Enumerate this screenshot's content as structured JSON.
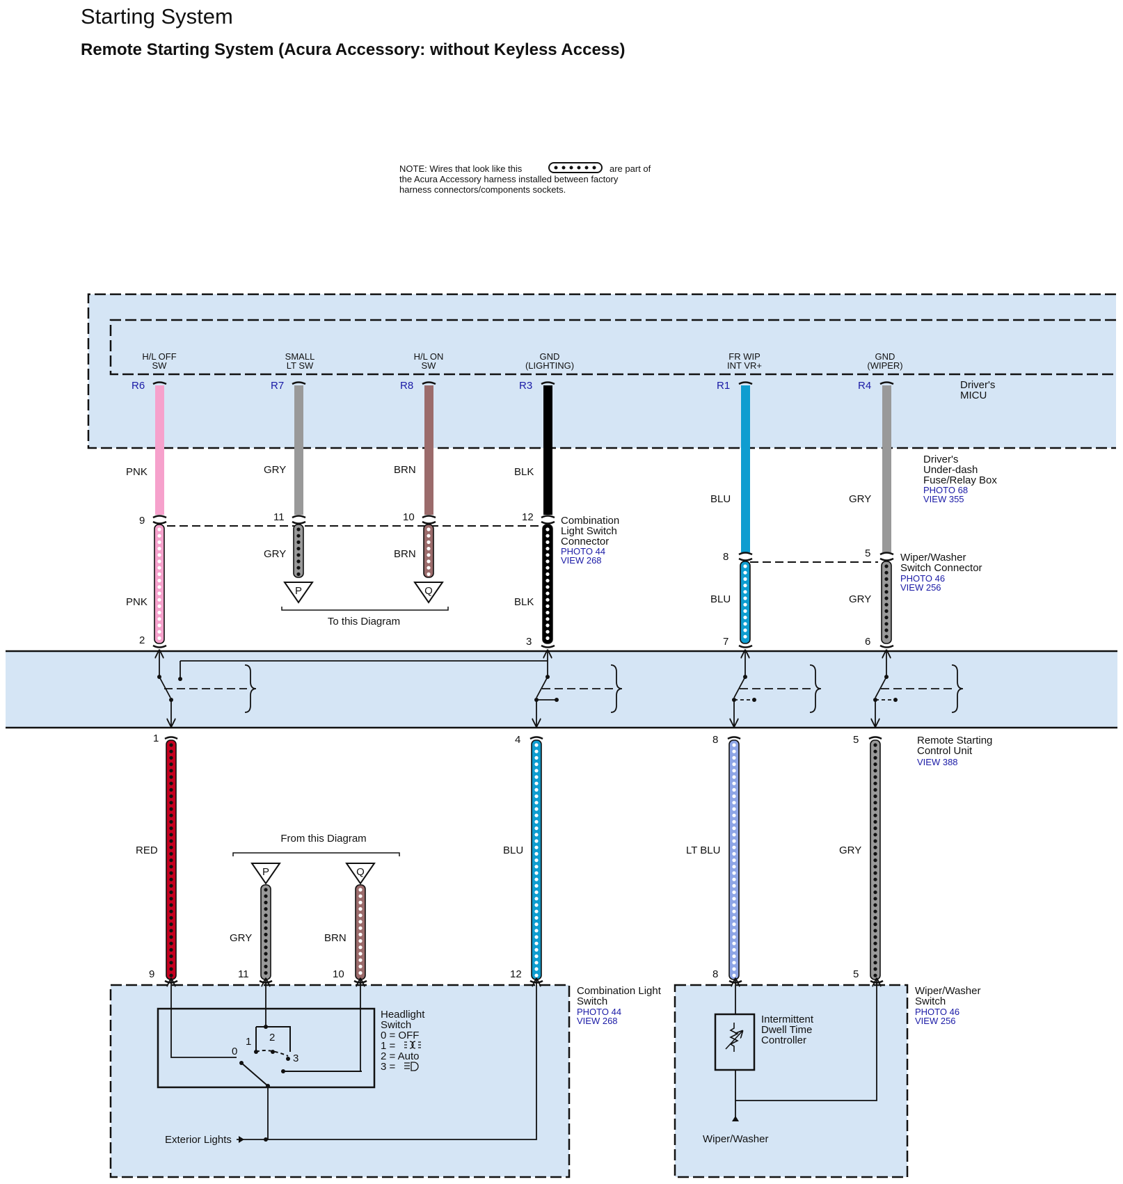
{
  "title": "Starting System",
  "subtitle": "Remote Starting System (Acura Accessory: without Keyless Access)",
  "note": {
    "line1a": "NOTE: Wires that look like this",
    "line1b": "are part of",
    "line2": "the Acura Accessory harness installed between factory",
    "line3": "harness connectors/components sockets."
  },
  "micu": {
    "name1": "Driver's",
    "name2": "MICU",
    "terminals": [
      {
        "id": "R6",
        "label1": "H/L OFF",
        "label2": "SW"
      },
      {
        "id": "R7",
        "label1": "SMALL",
        "label2": "LT SW"
      },
      {
        "id": "R8",
        "label1": "H/L ON",
        "label2": "SW"
      },
      {
        "id": "R3",
        "label1": "GND",
        "label2": "(LIGHTING)"
      },
      {
        "id": "R1",
        "label1": "FR WIP",
        "label2": "INT VR+"
      },
      {
        "id": "R4",
        "label1": "GND",
        "label2": "(WIPER)"
      }
    ]
  },
  "fusebox": {
    "line1": "Driver's",
    "line2": "Under-dash",
    "line3": "Fuse/Relay Box",
    "photo": "PHOTO 68",
    "view": "VIEW 355"
  },
  "combo_connector": {
    "line1": "Combination",
    "line2": "Light Switch",
    "line3": "Connector",
    "photo": "PHOTO 44",
    "view": "VIEW 268"
  },
  "wiper_connector": {
    "line1": "Wiper/Washer",
    "line2": "Switch Connector",
    "photo": "PHOTO 46",
    "view": "VIEW 256"
  },
  "rscu": {
    "line1": "Remote Starting",
    "line2": "Control Unit",
    "view": "VIEW 388"
  },
  "combo_switch": {
    "line1": "Combination Light",
    "line2": "Switch",
    "photo": "PHOTO 44",
    "view": "VIEW 268"
  },
  "wiper_switch": {
    "line1": "Wiper/Washer",
    "line2": "Switch",
    "photo": "PHOTO 46",
    "view": "VIEW 256"
  },
  "headlight_switch": {
    "title1": "Headlight",
    "title2": "Switch",
    "legend0": "0 = OFF",
    "legend1": "1 =",
    "legend2": "2 = Auto",
    "legend3": "3 =",
    "pos0": "0",
    "pos1": "1",
    "pos2": "2",
    "pos3": "3"
  },
  "dwell": {
    "line1": "Intermittent",
    "line2": "Dwell Time",
    "line3": "Controller"
  },
  "wire_colors": {
    "upper": [
      "PNK",
      "GRY",
      "BRN",
      "BLK",
      "BLU",
      "GRY"
    ],
    "middle": [
      "PNK",
      "GRY",
      "BRN",
      "BLK",
      "BLU",
      "GRY"
    ],
    "lower": [
      "RED",
      "BLU",
      "LT BLU",
      "GRY"
    ],
    "pq": [
      "GRY",
      "BRN"
    ]
  },
  "pins": {
    "combo_top": [
      "9",
      "11",
      "10",
      "12"
    ],
    "wiper_top": [
      "8",
      "5"
    ],
    "rscu_top": [
      "2",
      "3",
      "7",
      "6"
    ],
    "rscu_bottom": [
      "1",
      "4",
      "8",
      "5"
    ],
    "combo_bottom": [
      "9",
      "11",
      "10",
      "12"
    ],
    "wiper_bottom": [
      "8",
      "5"
    ]
  },
  "offpage": {
    "p": "P",
    "q": "Q",
    "to": "To this Diagram",
    "from": "From this Diagram"
  },
  "exterior": "Exterior Lights",
  "wiper_washer": "Wiper/Washer",
  "colors": {
    "pink": "#f6a1cc",
    "gray": "#999999",
    "brown": "#9b6b6b",
    "black": "#000000",
    "blue": "#0f9dd0",
    "red": "#c4001f",
    "ltblue": "#8ea5e6",
    "panel": "#d5e5f5"
  }
}
